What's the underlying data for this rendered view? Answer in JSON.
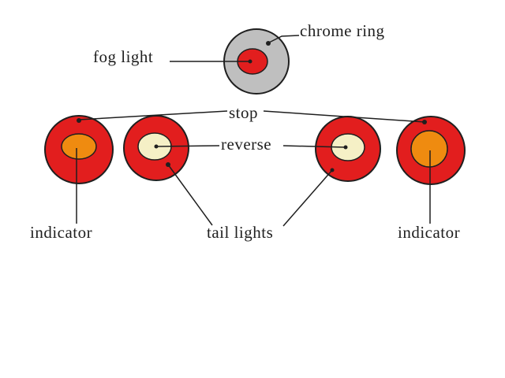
{
  "labels": {
    "fog_light": "fog light",
    "chrome_ring": "chrome ring",
    "stop": "stop",
    "reverse": "reverse",
    "tail_lights": "tail lights",
    "indicator_left": "indicator",
    "indicator_right": "indicator"
  },
  "colors": {
    "background": "#ffffff",
    "red": "#e21e1e",
    "orange": "#ef8b10",
    "cream": "#f5f0c6",
    "chrome": "#bfbfbf",
    "outline": "#1f1f1f",
    "line": "#1f1f1f",
    "text": "#1f1f1f"
  },
  "parts": [
    {
      "label": "chrome ring",
      "target": "gray outer ring of top lamp",
      "fill": "#bfbfbf"
    },
    {
      "label": "fog light",
      "target": "red center of top lamp",
      "fill": "#e21e1e"
    },
    {
      "label": "stop",
      "target": "red outer rings of outer rear lamps",
      "fill": "#e21e1e"
    },
    {
      "label": "reverse",
      "target": "cream centers of middle rear lamps",
      "fill": "#f5f0c6"
    },
    {
      "label": "tail lights",
      "target": "red bodies of middle rear lamps",
      "fill": "#e21e1e"
    },
    {
      "label": "indicator",
      "target": "orange centers of outer rear lamps",
      "fill": "#ef8b10"
    }
  ]
}
